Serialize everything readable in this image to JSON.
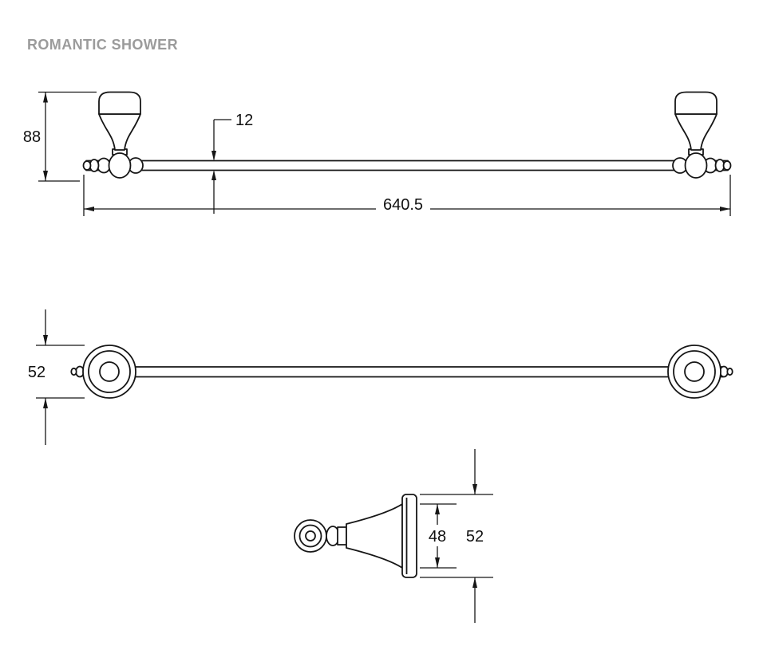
{
  "title": "ROMANTIC SHOWER",
  "colors": {
    "background": "#ffffff",
    "line": "#161616",
    "title_text": "#9b9b9b"
  },
  "views": {
    "front": {
      "dims": {
        "post_height": "88",
        "bar_diameter": "12",
        "overall_length": "640.5"
      }
    },
    "top": {
      "dims": {
        "flange_diameter": "52"
      }
    },
    "side": {
      "dims": {
        "cone_base_diameter": "48",
        "plate_height": "52"
      }
    }
  }
}
